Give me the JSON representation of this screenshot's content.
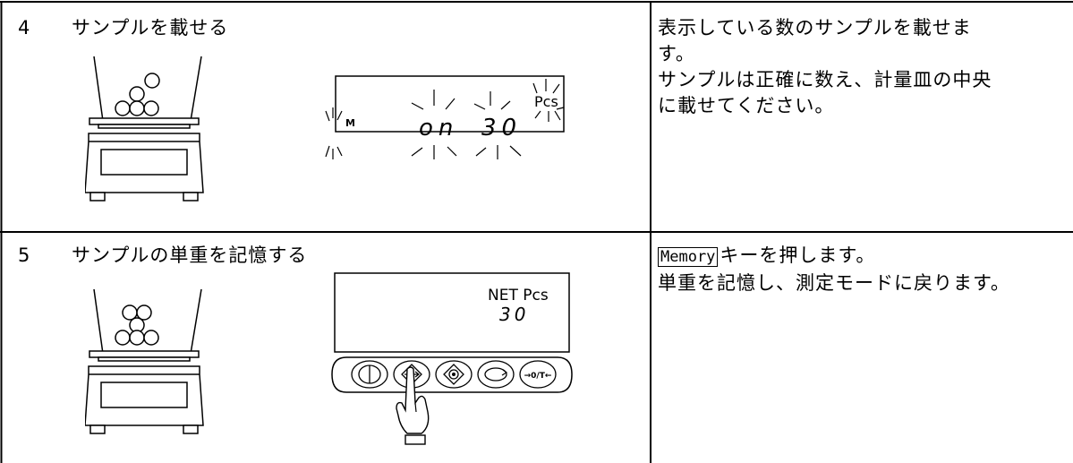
{
  "steps": [
    {
      "number": "4",
      "title": "サンプルを載せる",
      "display": {
        "left_text": "on",
        "value": "30",
        "unit": "Pcs",
        "marker": "M"
      },
      "description_lines": [
        "表示している数のサンプルを載せま",
        "す。",
        "サンプルは正確に数え、計量皿の中央",
        "に載せてください。"
      ]
    },
    {
      "number": "5",
      "title": "サンプルの単重を記憶する",
      "display": {
        "label": "NET Pcs",
        "value": "30",
        "button_key_label": "→0/T←"
      },
      "key": "Memory",
      "description_after_key": "キーを押します。",
      "description_lines": [
        "単重を記憶し、測定モードに戻ります。"
      ]
    }
  ]
}
